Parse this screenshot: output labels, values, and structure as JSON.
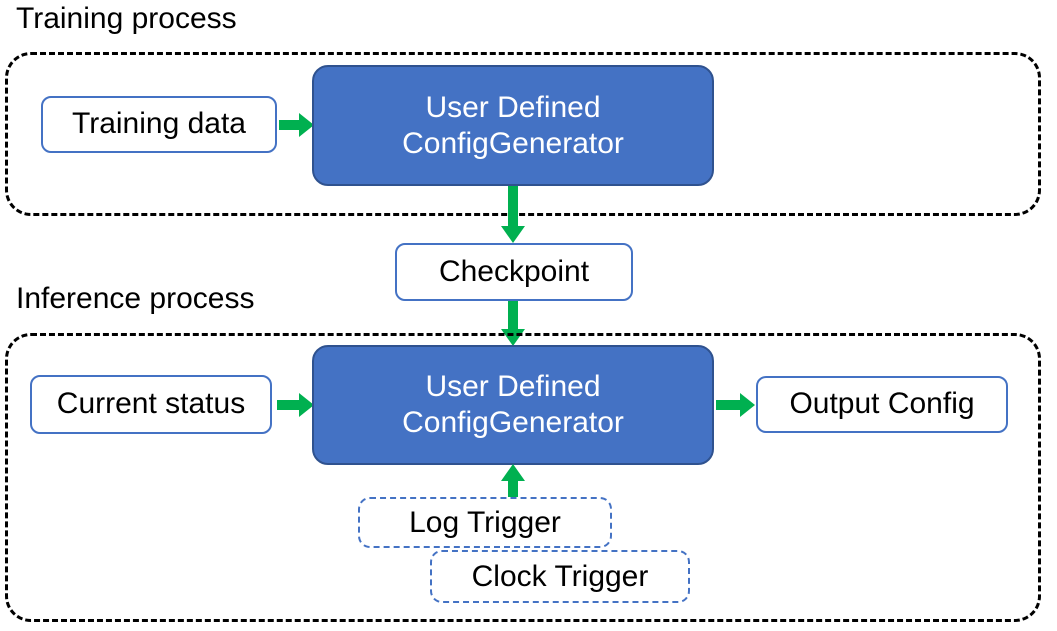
{
  "diagram": {
    "title_training": "Training process",
    "title_inference": "Inference process",
    "colors": {
      "process_fill": "#4472C4",
      "process_stroke": "#2F528F",
      "box_outline": "#4472C4",
      "arrow_green": "#00B050",
      "container_dash": "#000000",
      "text_dark": "#000000",
      "text_light": "#FFFFFF"
    },
    "training": {
      "label": "Training process",
      "input": {
        "label": "Training data"
      },
      "processor": {
        "line1": "User Defined",
        "line2": "ConfigGenerator"
      }
    },
    "checkpoint": {
      "label": "Checkpoint"
    },
    "inference": {
      "label": "Inference process",
      "input": {
        "label": "Current status"
      },
      "processor": {
        "line1": "User Defined",
        "line2": "ConfigGenerator"
      },
      "output": {
        "label": "Output Config"
      },
      "triggers": [
        {
          "label": "Log Trigger"
        },
        {
          "label": "Clock Trigger"
        }
      ]
    },
    "arrows": [
      {
        "name": "training-data-to-processor",
        "direction": "right"
      },
      {
        "name": "training-processor-to-checkpoint",
        "direction": "down"
      },
      {
        "name": "checkpoint-to-inference-processor",
        "direction": "down"
      },
      {
        "name": "current-status-to-processor",
        "direction": "right"
      },
      {
        "name": "processor-to-output-config",
        "direction": "right"
      },
      {
        "name": "triggers-to-processor",
        "direction": "up"
      }
    ]
  }
}
